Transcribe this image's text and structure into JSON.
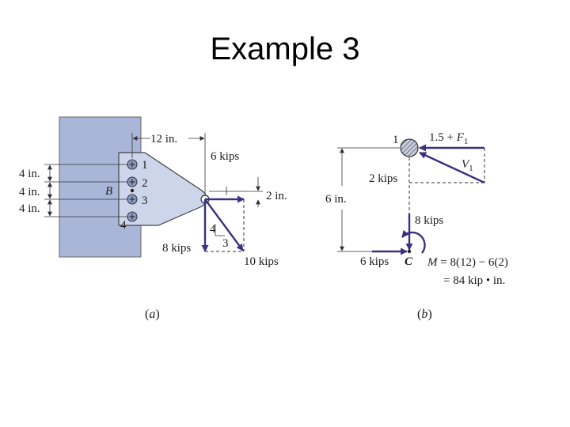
{
  "title": "Example 3",
  "colors": {
    "column": "#a9b6d8",
    "plate": "#cdd5ea",
    "arrow": "#3a3180",
    "line": "#333333"
  },
  "figure_a": {
    "caption_open": "(",
    "caption_letter": "a",
    "caption_close": ")",
    "dim_12in": "12 in.",
    "dim_4in_1": "4 in.",
    "dim_4in_2": "4 in.",
    "dim_4in_3": "4 in.",
    "point_b": "B",
    "bolt_1": "1",
    "bolt_2": "2",
    "bolt_3": "3",
    "bolt_4": "4",
    "force_6kips": "6 kips",
    "dim_2in": "2 in.",
    "force_8kips": "8 kips",
    "force_10kips": "10 kips",
    "slope_4": "4",
    "slope_3": "3"
  },
  "figure_b": {
    "caption_open": "(",
    "caption_letter": "b",
    "caption_close": ")",
    "bolt_1": "1",
    "force_f1_prefix": "1.5 + ",
    "force_f1_var": "F",
    "force_f1_sub": "1",
    "force_v1_var": "V",
    "force_v1_sub": "1",
    "force_2kips": "2 kips",
    "dim_6in": "6 in.",
    "force_8kips": "8 kips",
    "force_6kips": "6 kips",
    "point_c": "C",
    "moment_var": "M",
    "moment_eq": " = 8(12) − 6(2)",
    "moment_result": "= 84 kip • in."
  }
}
